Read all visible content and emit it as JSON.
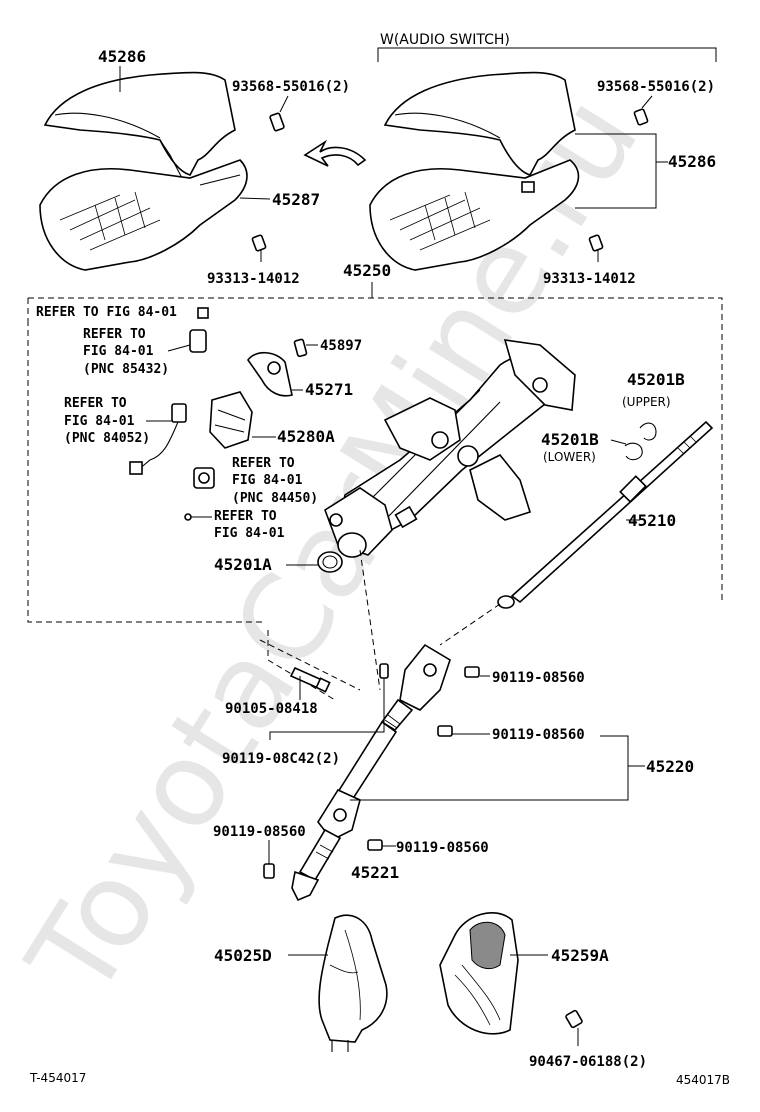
{
  "header": {
    "variant_label": "W(AUDIO SWITCH)"
  },
  "watermark": "ToyotaCarMine.ru",
  "labels": {
    "p45286_left": "45286",
    "p45286_right": "45286",
    "p93568_left": "93568-55016(2)",
    "p93568_right": "93568-55016(2)",
    "p45287": "45287",
    "p93313_left": "93313-14012",
    "p93313_right": "93313-14012",
    "p45250": "45250",
    "refer_top": "REFER TO FIG 84-01",
    "refer_a1": "REFER TO",
    "refer_a2": "FIG 84-01",
    "refer_a3": "(PNC 85432)",
    "refer_b1": "REFER TO",
    "refer_b2": "FIG 84-01",
    "refer_b3": "(PNC 84052)",
    "refer_c1": "REFER TO",
    "refer_c2": "FIG 84-01",
    "refer_c3": "(PNC 84450)",
    "refer_d1": "REFER TO",
    "refer_d2": "FIG 84-01",
    "p45897": "45897",
    "p45271": "45271",
    "p45280A": "45280A",
    "p45201B_upper": "45201B",
    "upper": "(UPPER)",
    "p45201B_lower": "45201B",
    "lower": "(LOWER)",
    "p45210": "45210",
    "p45201A": "45201A",
    "p90119_08560_a": "90119-08560",
    "p90105": "90105-08418",
    "p90119_08560_b": "90119-08560",
    "p90119_08C42": "90119-08C42(2)",
    "p45220": "45220",
    "p90119_08560_c": "90119-08560",
    "p90119_08560_d": "90119-08560",
    "p45221": "45221",
    "p45025D": "45025D",
    "p45259A": "45259A",
    "p90467": "90467-06188(2)"
  },
  "footer": {
    "left": "T-454017",
    "right": "454017B"
  }
}
